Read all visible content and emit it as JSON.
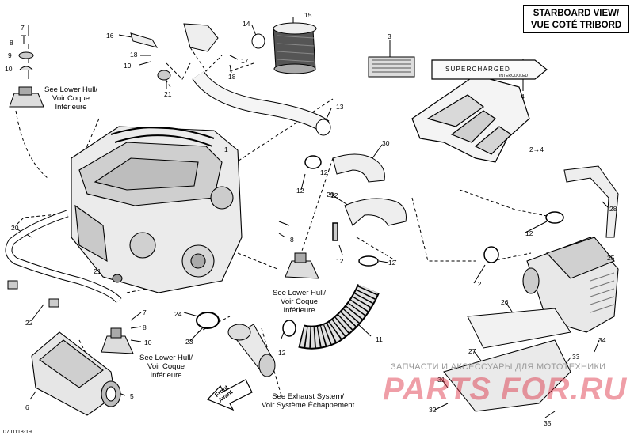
{
  "view_title": {
    "line1": "STARBOARD VIEW/",
    "line2": "VUE COTÉ TRIBORD"
  },
  "doc_id": "07J1118-19",
  "notes": {
    "lower_hull_top": [
      "See Lower Hull/",
      "Voir Coque",
      "Inférieure"
    ],
    "lower_hull_mid": [
      "See Lower Hull/",
      "Voir Coque",
      "Inférieure"
    ],
    "lower_hull_bottom": [
      "See Lower Hull/",
      "Voir Coque",
      "Inférieure"
    ],
    "exhaust": [
      "See Exhaust System/",
      "Voir Système Échappement"
    ]
  },
  "front_arrow": [
    "Front",
    "Avant"
  ],
  "cover_text": {
    "brand": "SUPERCHARGED",
    "sub": "INTERCOOLED"
  },
  "callouts": {
    "c1": "1",
    "c2_4": "2→4",
    "c3": "3",
    "c4": "4",
    "c5": "5",
    "c6": "6",
    "c7a": "7",
    "c7b": "7",
    "c8a": "8",
    "c8b": "8",
    "c8c": "8",
    "c9": "9",
    "c10a": "10",
    "c10b": "10",
    "c11": "11",
    "c12a": "12",
    "c12b": "12",
    "c12c": "12",
    "c12d": "12",
    "c12e": "12",
    "c12f": "12",
    "c12g": "12",
    "c12h": "12",
    "c13": "13",
    "c14": "14",
    "c15": "15",
    "c16": "16",
    "c17": "17",
    "c18a": "18",
    "c18b": "18",
    "c19": "19",
    "c20": "20",
    "c21a": "21",
    "c21b": "21",
    "c22": "22",
    "c23": "23",
    "c24": "24",
    "c25": "25",
    "c26": "26",
    "c27": "27",
    "c28": "28",
    "c29": "29",
    "c30": "30",
    "c31": "31",
    "c32": "32",
    "c33": "33",
    "c34": "34",
    "c35": "35"
  },
  "watermark": {
    "text": "ЗАПЧАСТИ И АКСЕССУАРЫ ДЛЯ МОТОТЕХНИКИ",
    "logo": "PARTS FOR.RU"
  }
}
